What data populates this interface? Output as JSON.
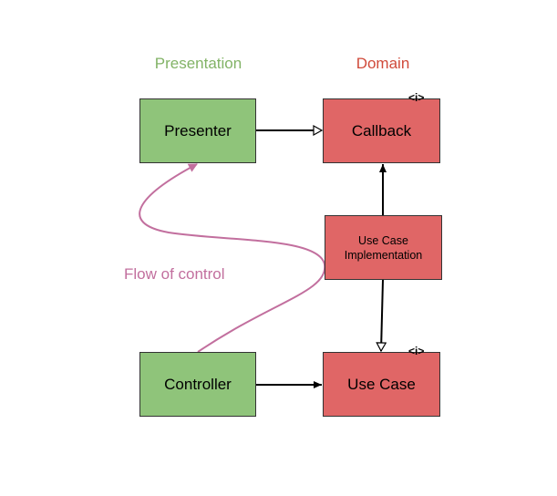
{
  "headers": {
    "presentation": "Presentation",
    "domain": "Domain"
  },
  "boxes": {
    "presenter": "Presenter",
    "callback": "Callback",
    "use_case_impl_line1": "Use Case",
    "use_case_impl_line2": "Implementation",
    "controller": "Controller",
    "use_case": "Use Case"
  },
  "interface_marker": "<i>",
  "flow_label": "Flow of control",
  "colors": {
    "presentation": "#82b366",
    "domain": "#d04a3a",
    "green_box": "#8fc47a",
    "red_box": "#e06666",
    "flow": "#c26f9e"
  }
}
